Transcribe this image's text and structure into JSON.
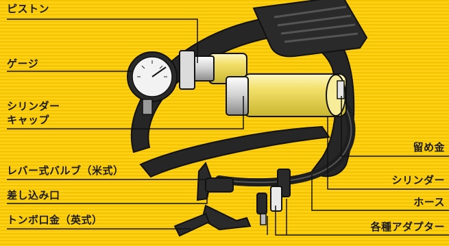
{
  "labels": {
    "piston": "ピストン",
    "gauge": "ゲージ",
    "cylinder_cap_line1": "シリンダー",
    "cylinder_cap_line2": "キャップ",
    "lever_valve": "レバー式バルブ（米式）",
    "insert_port": "差し込み口",
    "tombo_clip": "トンボ口金（英式）",
    "clip": "留め金",
    "cylinder": "シリンダー",
    "hose": "ホース",
    "adapters": "各種アダプター"
  },
  "colors": {
    "background_stripe_light": "#ffd21a",
    "background_stripe_dark": "#f7c400",
    "cylinder_yellow": "#f2e36a",
    "outline": "#1a1a1a"
  }
}
